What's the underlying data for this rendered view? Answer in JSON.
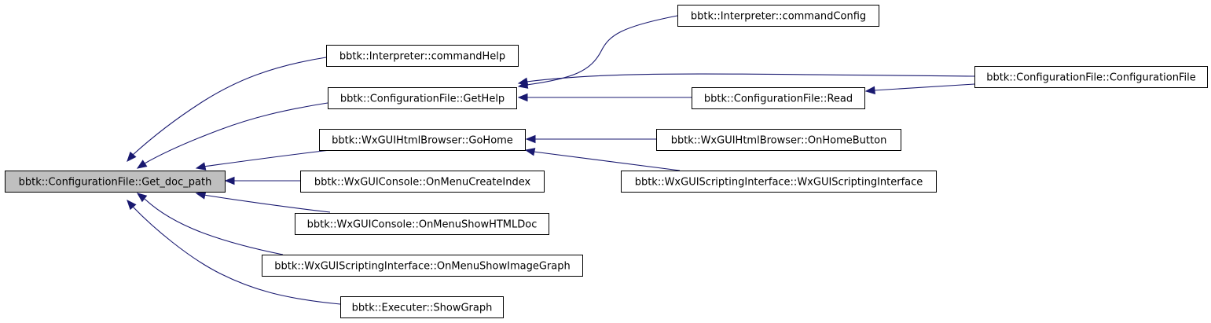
{
  "graph": {
    "colors": {
      "edge": "#191970",
      "root_fill": "#bfbfbf",
      "node_fill": "#ffffff",
      "node_stroke": "#000000"
    },
    "nodes": [
      {
        "id": "get_doc_path",
        "label": "bbtk::ConfigurationFile::Get_doc_path",
        "root": true
      },
      {
        "id": "command_help",
        "label": "bbtk::Interpreter::commandHelp"
      },
      {
        "id": "get_help",
        "label": "bbtk::ConfigurationFile::GetHelp"
      },
      {
        "id": "go_home",
        "label": "bbtk::WxGUIHtmlBrowser::GoHome"
      },
      {
        "id": "create_index",
        "label": "bbtk::WxGUIConsole::OnMenuCreateIndex"
      },
      {
        "id": "show_html_doc",
        "label": "bbtk::WxGUIConsole::OnMenuShowHTMLDoc"
      },
      {
        "id": "show_image_graph",
        "label": "bbtk::WxGUIScriptingInterface::OnMenuShowImageGraph"
      },
      {
        "id": "show_graph",
        "label": "bbtk::Executer::ShowGraph"
      },
      {
        "id": "command_config",
        "label": "bbtk::Interpreter::commandConfig"
      },
      {
        "id": "read",
        "label": "bbtk::ConfigurationFile::Read"
      },
      {
        "id": "on_home_button",
        "label": "bbtk::WxGUIHtmlBrowser::OnHomeButton"
      },
      {
        "id": "scripting_interface",
        "label": "bbtk::WxGUIScriptingInterface::WxGUIScriptingInterface"
      },
      {
        "id": "config_file_ctor",
        "label": "bbtk::ConfigurationFile::ConfigurationFile"
      }
    ],
    "edges": [
      {
        "from": "command_help",
        "to": "get_doc_path"
      },
      {
        "from": "get_help",
        "to": "get_doc_path"
      },
      {
        "from": "go_home",
        "to": "get_doc_path"
      },
      {
        "from": "create_index",
        "to": "get_doc_path"
      },
      {
        "from": "show_html_doc",
        "to": "get_doc_path"
      },
      {
        "from": "show_image_graph",
        "to": "get_doc_path"
      },
      {
        "from": "show_graph",
        "to": "get_doc_path"
      },
      {
        "from": "command_config",
        "to": "get_help"
      },
      {
        "from": "config_file_ctor",
        "to": "get_help"
      },
      {
        "from": "read",
        "to": "get_help"
      },
      {
        "from": "config_file_ctor",
        "to": "read"
      },
      {
        "from": "on_home_button",
        "to": "go_home"
      },
      {
        "from": "scripting_interface",
        "to": "go_home"
      }
    ]
  }
}
